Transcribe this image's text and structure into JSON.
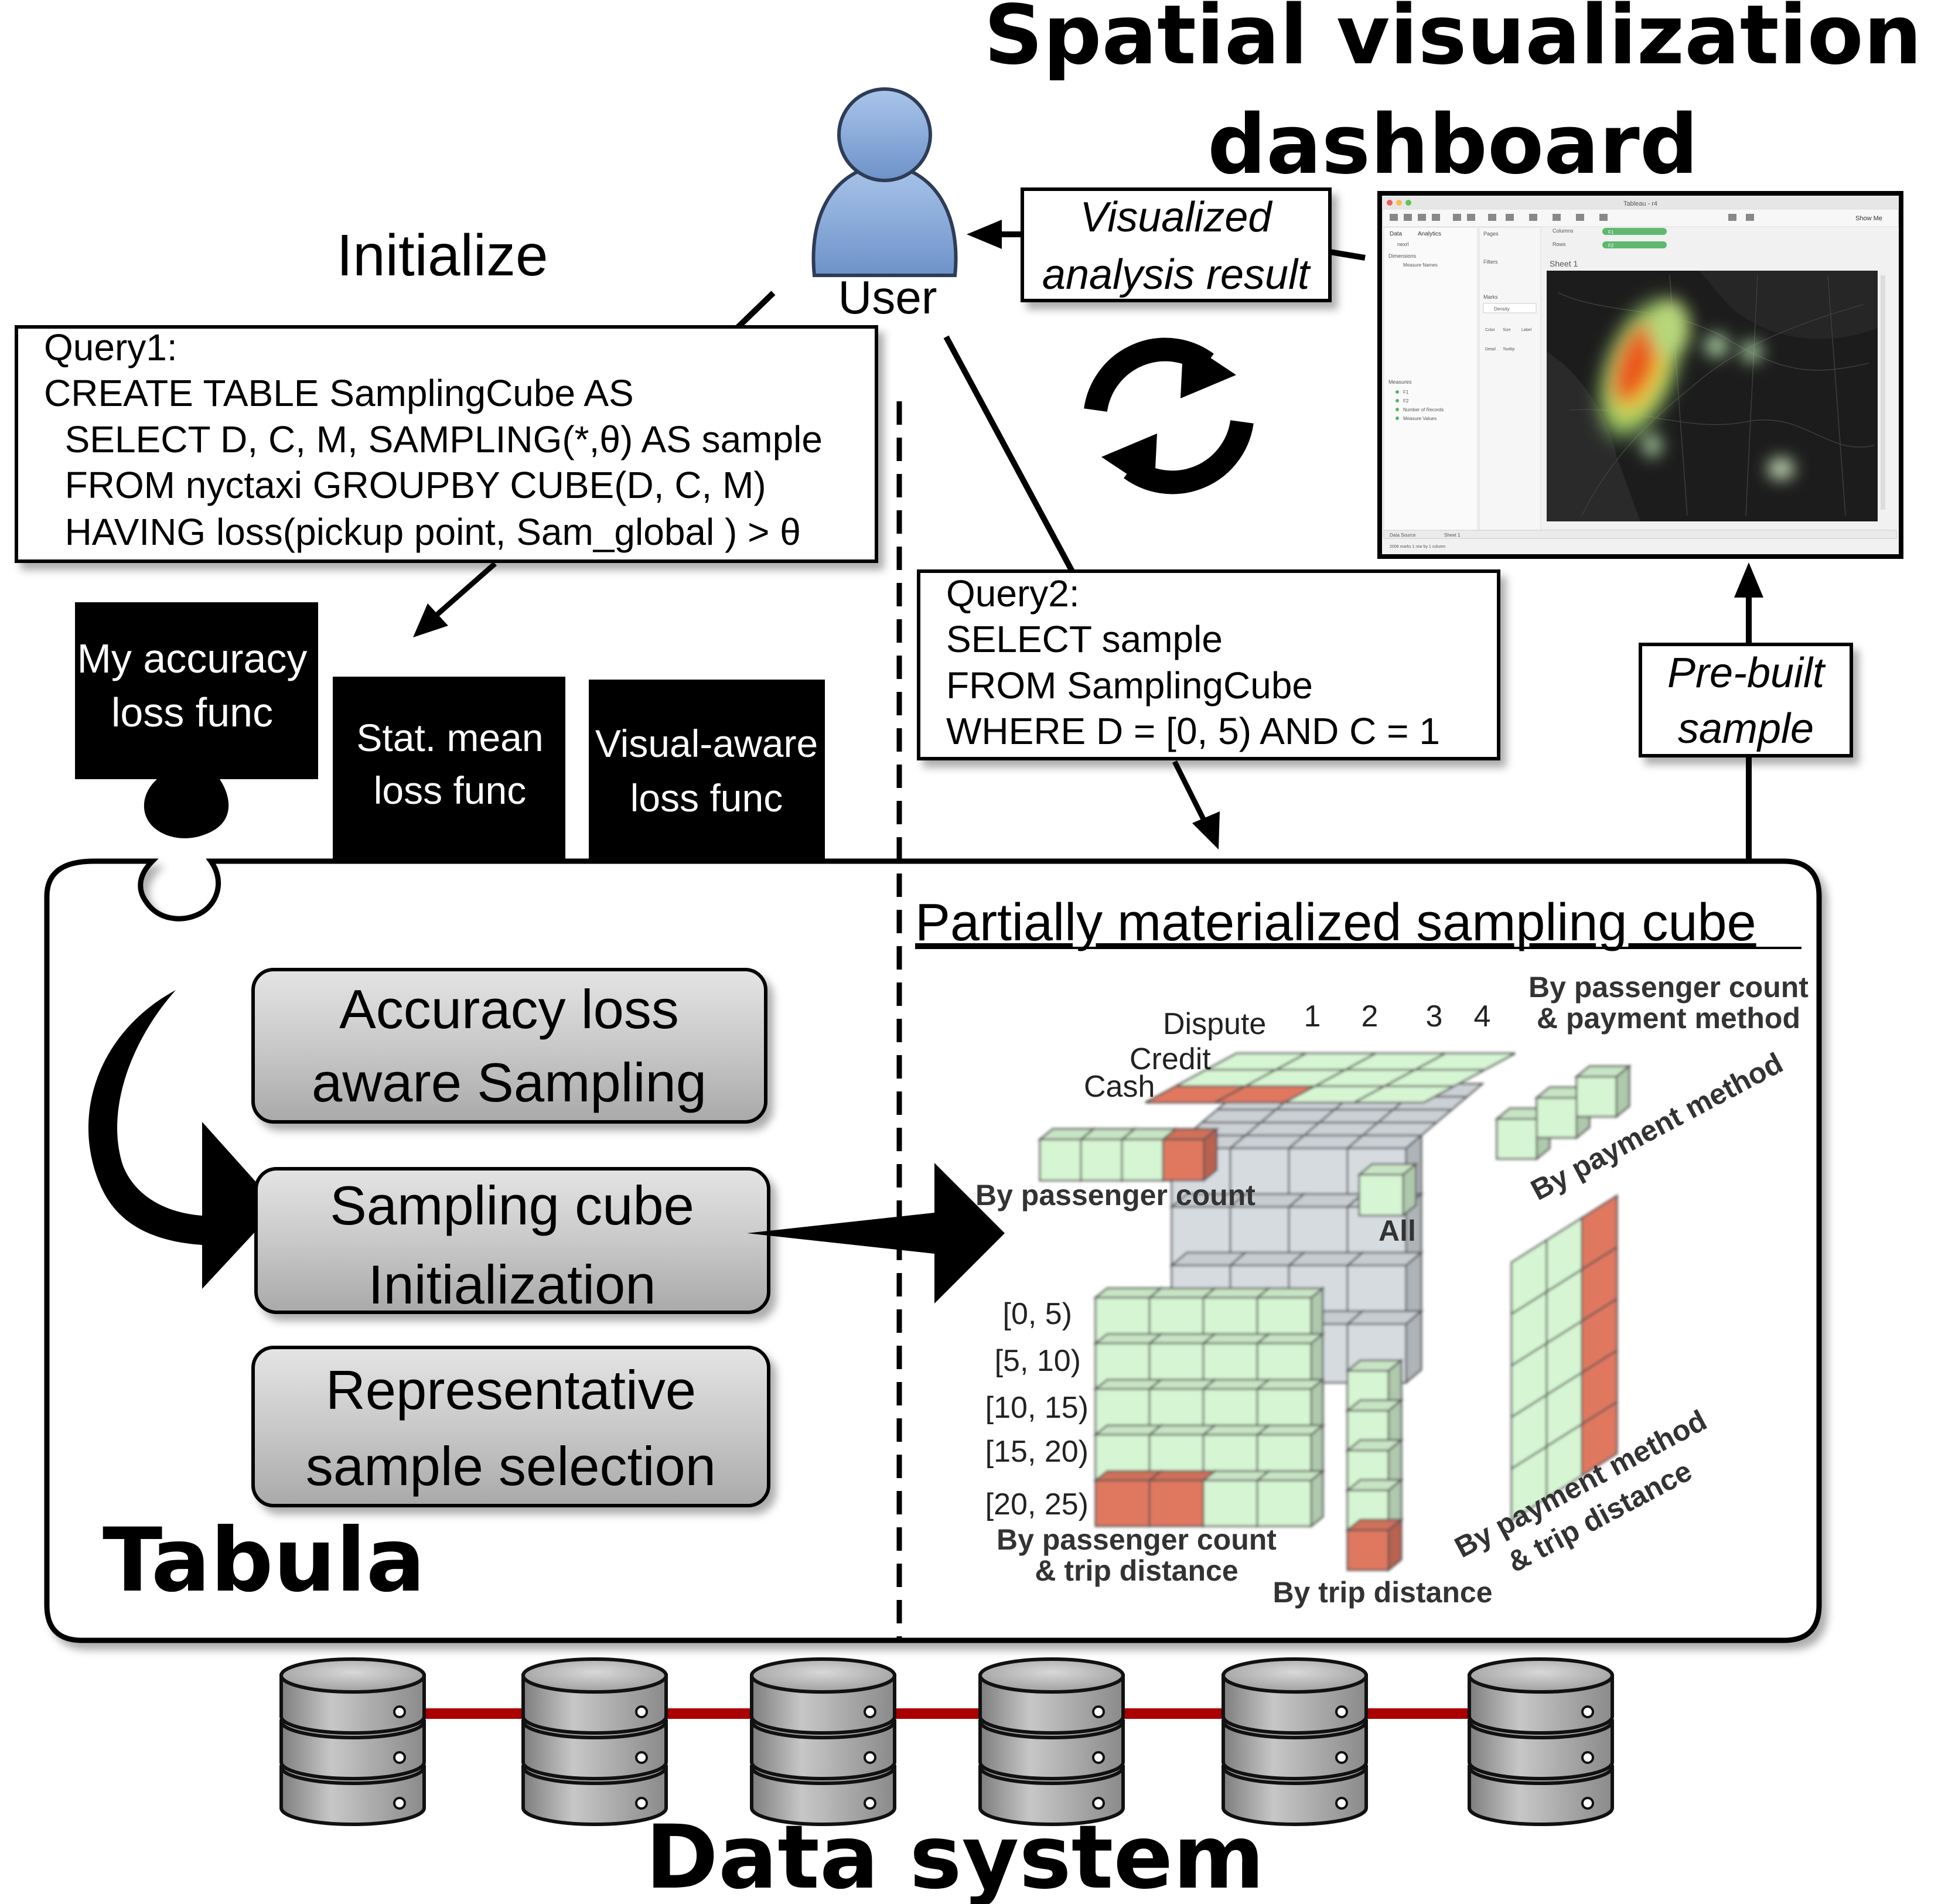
{
  "title": {
    "line1": "Spatial visualization",
    "line2": "dashboard"
  },
  "initialize_label": "Initialize",
  "user_label": "User",
  "visualized_box": {
    "line1": "Visualized",
    "line2": "analysis result"
  },
  "prebuilt_box": {
    "line1": "Pre-built",
    "line2": "sample"
  },
  "query1": [
    "Query1:",
    "CREATE TABLE SamplingCube AS",
    "  SELECT D, C, M, SAMPLING(*,θ) AS sample",
    "  FROM nyctaxi GROUPBY CUBE(D, C, M)",
    "  HAVING loss(pickup point, Sam_global ) > θ"
  ],
  "query2": [
    "Query2:",
    "SELECT sample",
    "FROM SamplingCube",
    "WHERE D = [0, 5) AND C = 1"
  ],
  "puzzle_pieces": [
    {
      "line1": "My accuracy",
      "line2": "loss func"
    },
    {
      "line1": "Stat. mean",
      "line2": "loss func"
    },
    {
      "line1": "Visual-aware",
      "line2": "loss func"
    }
  ],
  "steps": [
    {
      "line1": "Accuracy loss",
      "line2": "aware Sampling"
    },
    {
      "line1": "Sampling cube",
      "line2": "Initialization"
    },
    {
      "line1": "Representative",
      "line2": "sample selection"
    }
  ],
  "system_name": "Tabula",
  "cube": {
    "title": "Partially materialized sampling cube",
    "payment_labels": [
      "Dispute",
      "Credit",
      "Cash"
    ],
    "count_labels": [
      "1",
      "2",
      "3",
      "4"
    ],
    "distance_labels": [
      "[0, 5)",
      "[5, 10)",
      "[10, 15)",
      "[15, 20)",
      "[20, 25)"
    ],
    "by_passenger_payment": [
      "By passenger count",
      "& payment method"
    ],
    "by_payment": "By payment method",
    "by_passenger": "By passenger count",
    "all": "All",
    "by_passenger_distance": [
      "By passenger count",
      "& trip distance"
    ],
    "by_distance": "By trip distance",
    "by_payment_distance": [
      "By payment method",
      "& trip distance"
    ],
    "colors": {
      "green": "#d6f5d3",
      "red": "#e07860",
      "gray": "#d6dbe0"
    }
  },
  "data_system_label": "Data system",
  "dashboard_ui": {
    "toolbar_title": "Tableau - r4",
    "show_me": "Show Me",
    "side_tabs": [
      "Data",
      "Analytics"
    ],
    "data_source": "nexrl",
    "dimensions": "Dimensions",
    "dimension_item": "Measure Names",
    "measures": "Measures",
    "measure_items": [
      "F1",
      "F2",
      "Number of Records",
      "Measure Values"
    ],
    "pages": "Pages",
    "filters": "Filters",
    "marks": "Marks",
    "marks_type": "Density",
    "mark_buttons": [
      "Color",
      "Size",
      "Label",
      "Detail",
      "Tooltip"
    ],
    "shelves": [
      {
        "name": "Columns",
        "pill": "F1"
      },
      {
        "name": "Rows",
        "pill": "F2"
      }
    ],
    "sheet_title": "Sheet 1",
    "bottom_tabs": [
      "Data Source",
      "Sheet 1"
    ],
    "status": "2008 marks    1 row by 1 column"
  }
}
